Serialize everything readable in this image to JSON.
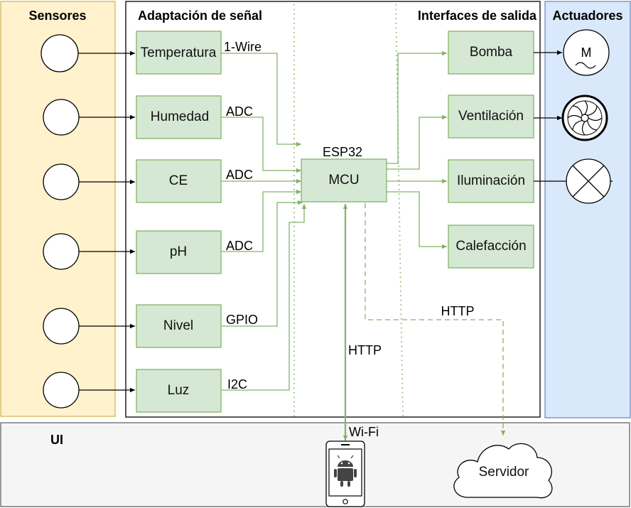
{
  "regions": {
    "sensors": "Sensores",
    "signal": "Adaptación de señal",
    "outputs": "Interfaces de salida",
    "actuators": "Actuadores",
    "ui": "UI"
  },
  "inputs": [
    {
      "name": "Temperatura",
      "bus": "1-Wire"
    },
    {
      "name": "Humedad",
      "bus": "ADC"
    },
    {
      "name": "CE",
      "bus": "ADC"
    },
    {
      "name": "pH",
      "bus": "ADC"
    },
    {
      "name": "Nivel",
      "bus": "GPIO"
    },
    {
      "name": "Luz",
      "bus": "I2C"
    }
  ],
  "mcu": {
    "label": "MCU",
    "chip": "ESP32"
  },
  "outputs": [
    "Bomba",
    "Ventilación",
    "Iluminación",
    "Calefacción"
  ],
  "actuator_symbols": {
    "motor": "M"
  },
  "links": {
    "http_phone": "HTTP",
    "http_server": "HTTP",
    "wifi": "Wi-Fi"
  },
  "server": "Servidor",
  "colors": {
    "sensors_bg": "#fff2cc",
    "actuators_bg": "#dae8fc",
    "block_fill": "#d5e8d4",
    "block_stroke": "#82b366",
    "ui_bg": "#f5f5f5"
  },
  "icons": [
    "sensor-circle",
    "motor-icon",
    "fan-icon",
    "lamp-icon",
    "android-phone-icon",
    "cloud-icon"
  ]
}
